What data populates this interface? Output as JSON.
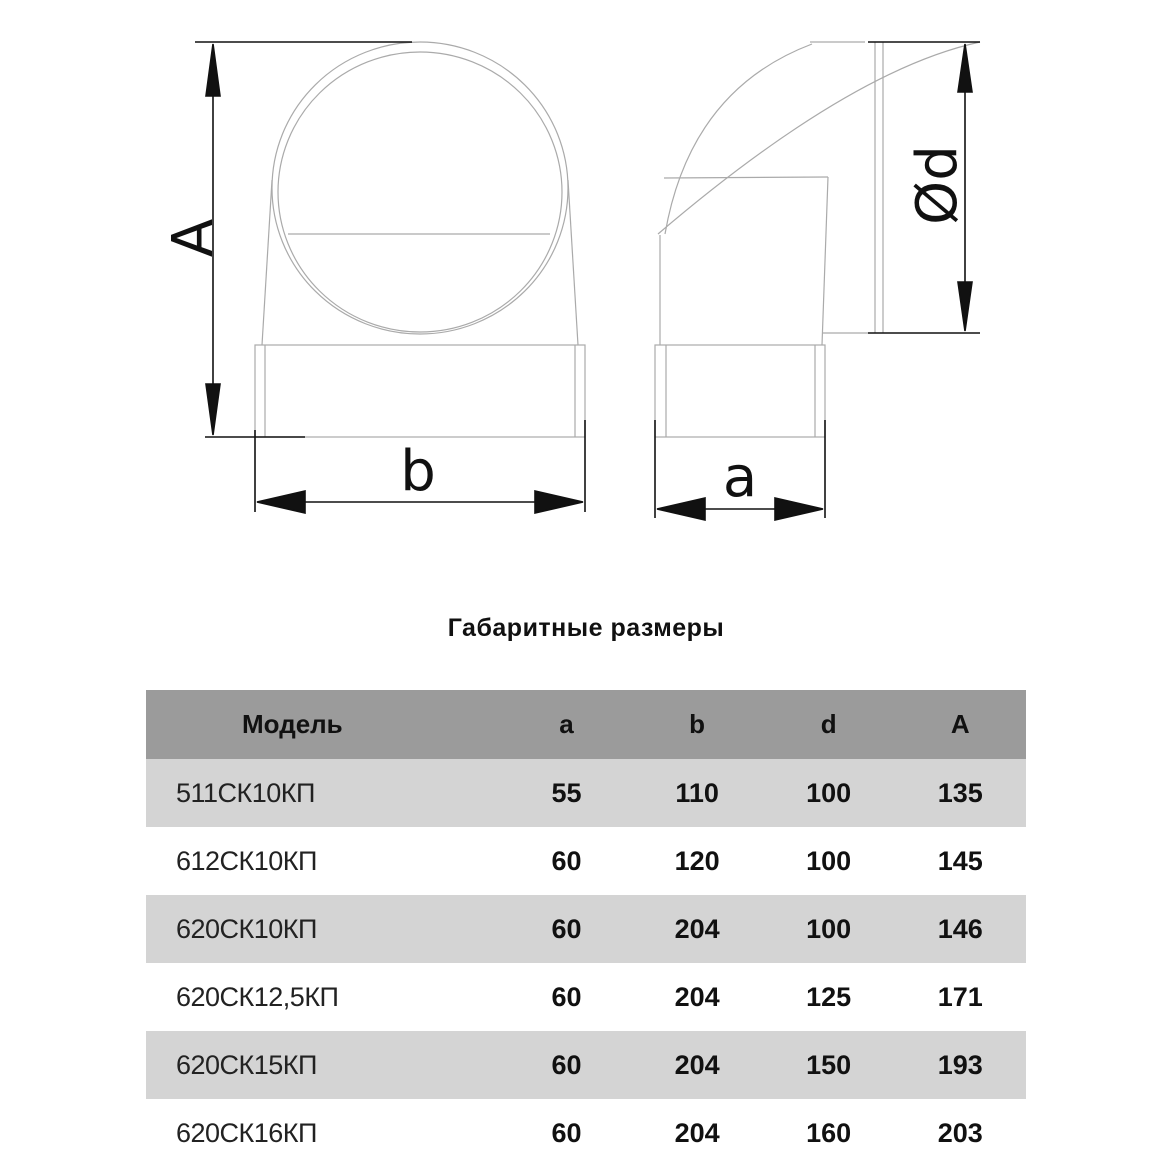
{
  "drawing": {
    "labels": {
      "A": "A",
      "b": "b",
      "a": "a",
      "d": "Ød"
    }
  },
  "title": "Габаритные размеры",
  "table": {
    "headers": [
      "Модель",
      "a",
      "b",
      "d",
      "A"
    ],
    "rows": [
      [
        "511СК10КП",
        "55",
        "110",
        "100",
        "135"
      ],
      [
        "612СК10КП",
        "60",
        "120",
        "100",
        "145"
      ],
      [
        "620СК10КП",
        "60",
        "204",
        "100",
        "146"
      ],
      [
        "620СК12,5КП",
        "60",
        "204",
        "125",
        "171"
      ],
      [
        "620СК15КП",
        "60",
        "204",
        "150",
        "193"
      ],
      [
        "620СК16КП",
        "60",
        "204",
        "160",
        "203"
      ]
    ]
  }
}
